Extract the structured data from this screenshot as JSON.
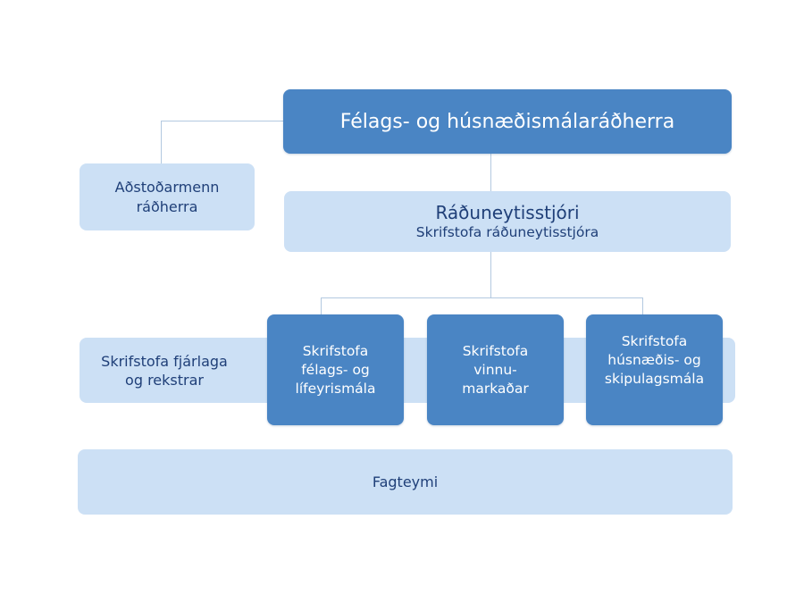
{
  "org_chart": {
    "minister": "Félags- og húsnæðismálaráðherra",
    "assistants": [
      "Aðstoðarmenn",
      "ráðherra"
    ],
    "secretary": {
      "title": "Ráðuneytisstjóri",
      "subtitle": "Skrifstofa ráðuneytisstjóra"
    },
    "budget_office": [
      "Skrifstofa fjárlaga",
      "og rekstrar"
    ],
    "offices": [
      [
        "Skrifstofa",
        "félags- og",
        "lífeyrismála"
      ],
      [
        "Skrifstofa",
        "vinnu-",
        "markaðar"
      ],
      [
        "Skrifstofa",
        "húsnæðis- og",
        "skipulagsmála"
      ]
    ],
    "expert_teams": "Fagteymi"
  },
  "colors": {
    "dark_box": "#4a85c4",
    "light_box": "#cce0f5",
    "dark_text": "#1f3f78",
    "connector": "#b3c9e0"
  }
}
